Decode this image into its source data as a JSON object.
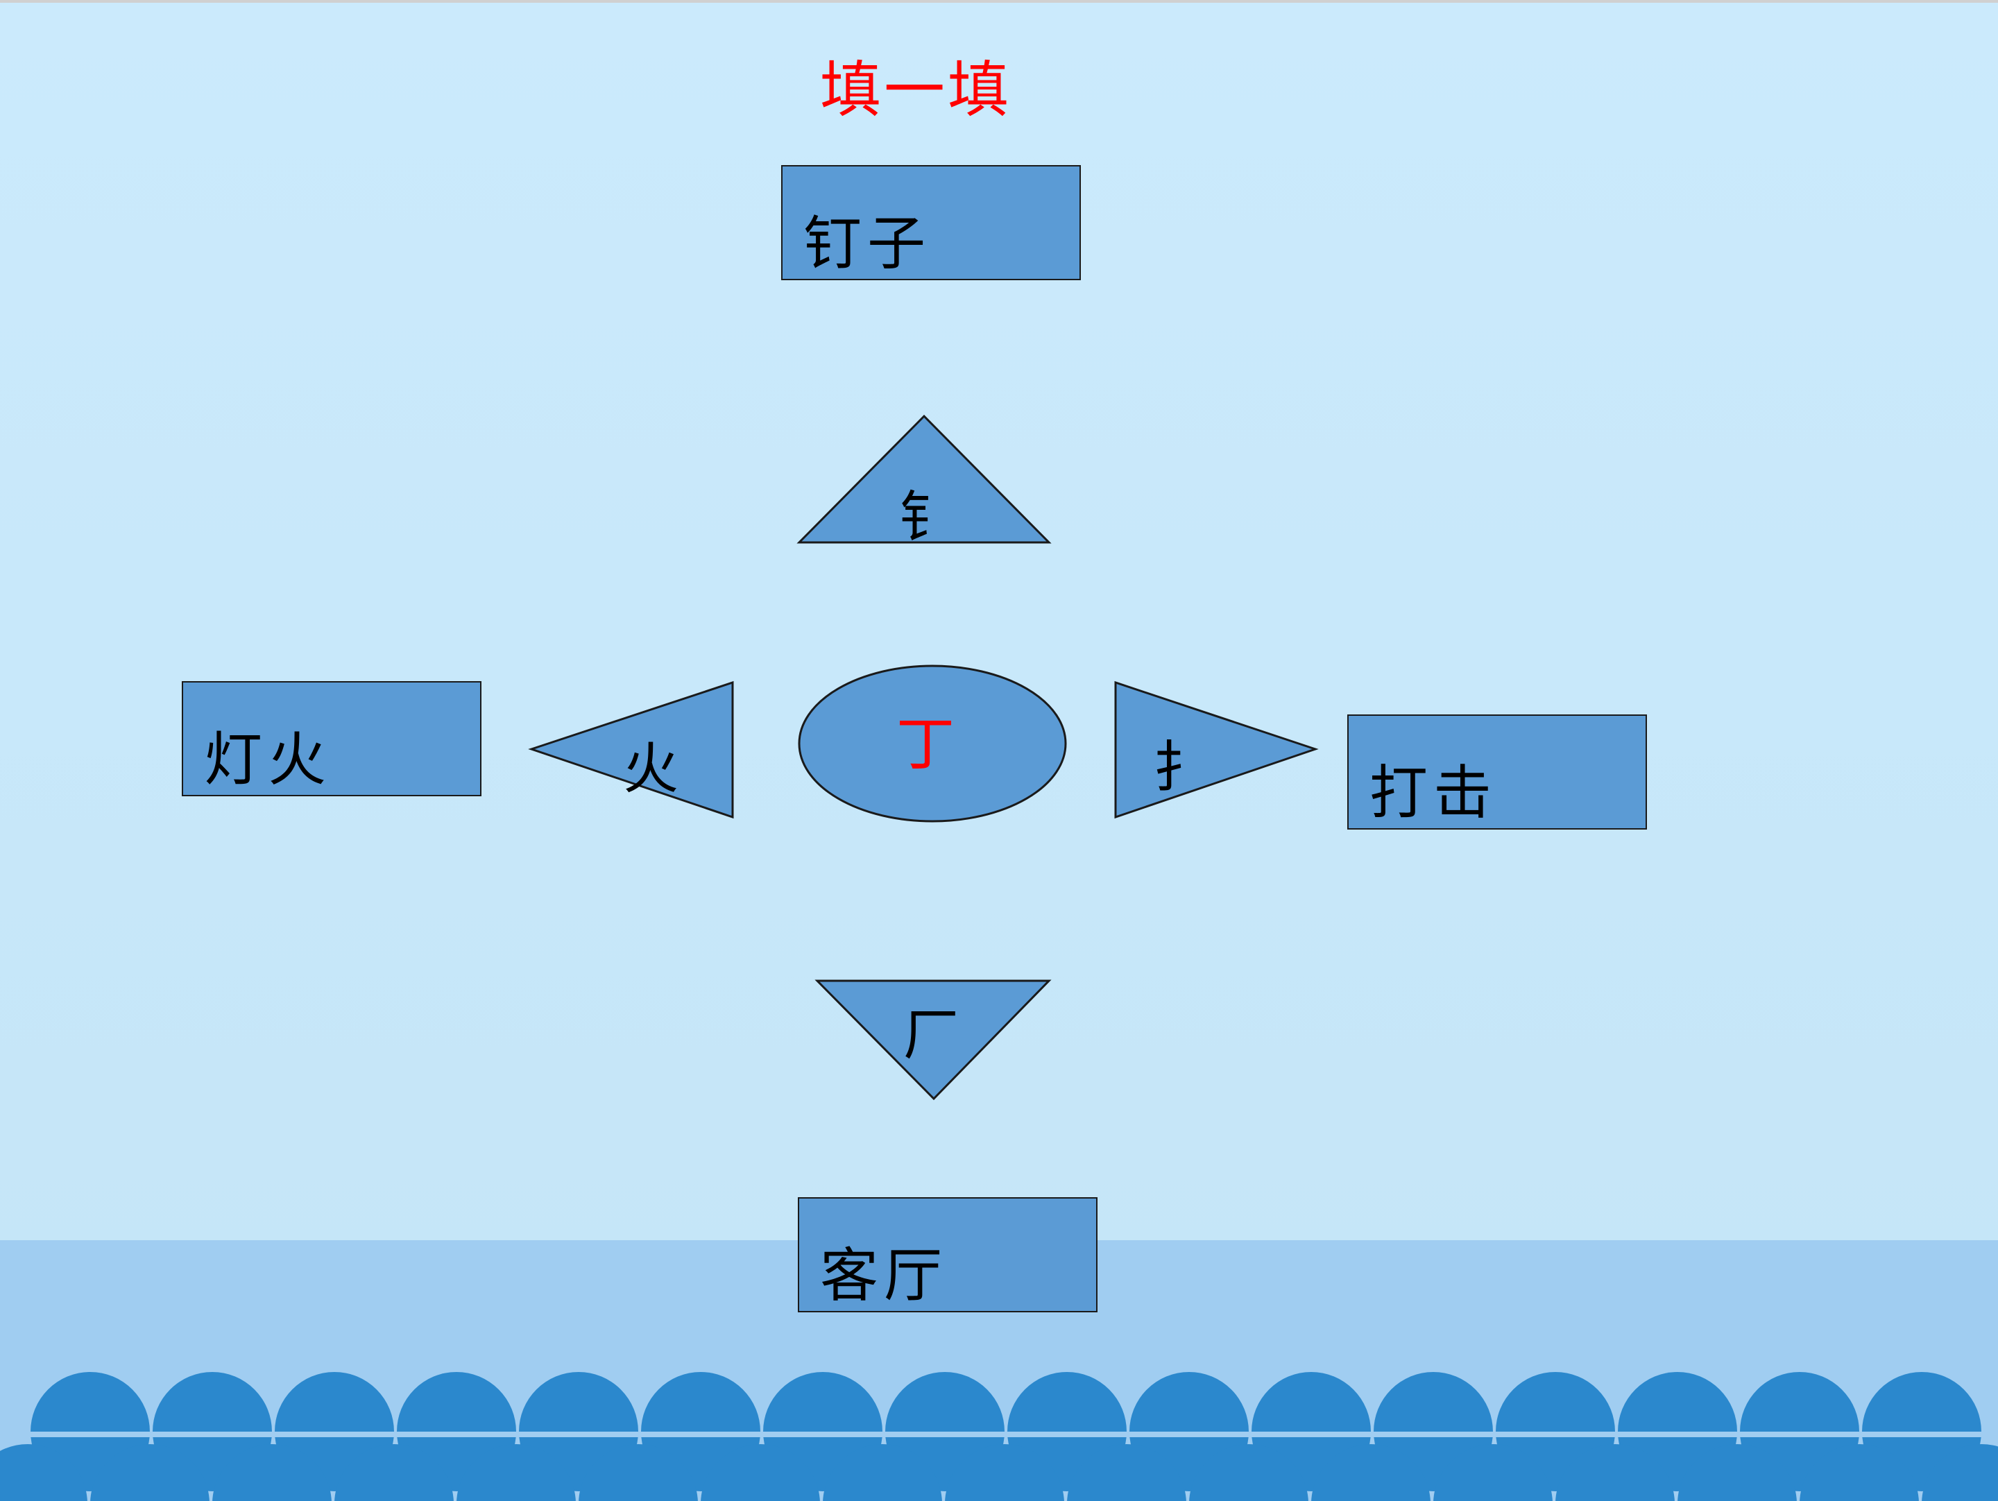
{
  "title": {
    "text": "填一填",
    "color": "#ff0000"
  },
  "colors": {
    "shape_fill": "#5b9bd5",
    "stroke": "#1a1a1a",
    "background": "#c8e9fb",
    "sea": "#a0cdf1",
    "wave": "#2b88cd"
  },
  "center": {
    "char": "丁",
    "color": "#ff0000"
  },
  "top": {
    "radical": "钅",
    "word": "钉子"
  },
  "left": {
    "radical": "火",
    "word": "灯火"
  },
  "right": {
    "radical": "扌",
    "word": "打击"
  },
  "bottom": {
    "radical": "厂",
    "word": "客厅"
  }
}
